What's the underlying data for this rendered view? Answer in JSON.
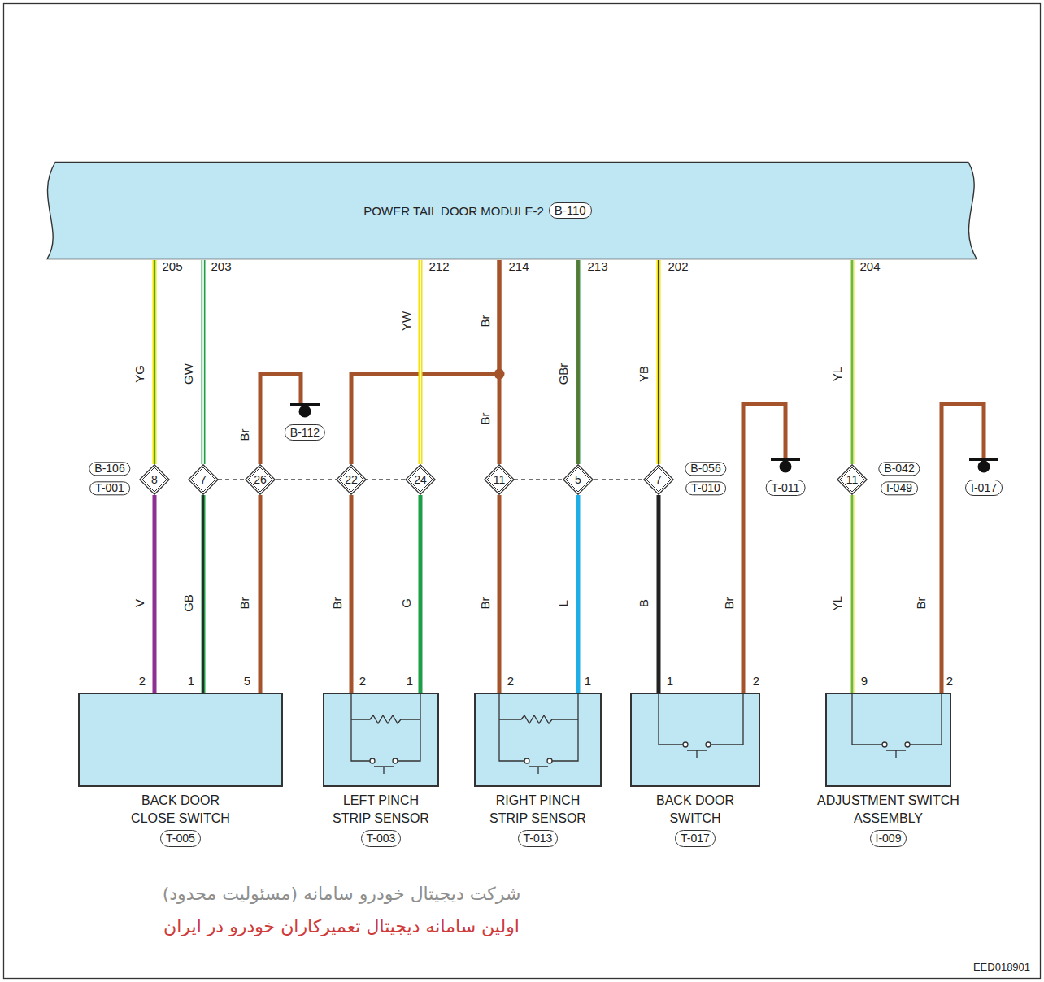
{
  "diagram": {
    "nodes": [
      {
        "text": [
          "POWER TAIL DOOR MODULE-2",
          "B-110"
        ]
      },
      {
        "text": [
          "8"
        ]
      },
      {
        "text": [
          "7"
        ]
      },
      {
        "text": [
          "26"
        ]
      },
      {
        "text": [
          "22"
        ]
      },
      {
        "text": [
          "24"
        ]
      },
      {
        "text": [
          "11"
        ]
      },
      {
        "text": [
          "5"
        ]
      },
      {
        "text": [
          "7"
        ]
      },
      {
        "text": [
          "11"
        ]
      },
      {
        "text": [
          "B-112"
        ]
      },
      {
        "text": [
          "T-011"
        ]
      },
      {
        "text": [
          "I-017"
        ]
      },
      {
        "text": [
          "BACK DOOR CLOSE SWITCH",
          "T-005"
        ]
      },
      {
        "text": [
          "LEFT PINCH STRIP SENSOR",
          "T-003"
        ]
      },
      {
        "text": [
          "RIGHT PINCH STRIP SENSOR",
          "T-013"
        ]
      },
      {
        "text": [
          "BACK DOOR SWITCH",
          "T-017"
        ]
      },
      {
        "text": [
          "ADJUSTMENT SWITCH ASSEMBLY",
          "I-009"
        ]
      }
    ],
    "edges": [
      {
        "from": 0,
        "to": 1,
        "arrow": "none"
      },
      {
        "from": 0,
        "to": 2,
        "arrow": "none"
      },
      {
        "from": 3,
        "to": 10,
        "arrow": "none"
      },
      {
        "from": 0,
        "to": 4,
        "arrow": "none"
      },
      {
        "from": 0,
        "to": 5,
        "arrow": "none"
      },
      {
        "from": 0,
        "to": 6,
        "arrow": "none"
      },
      {
        "from": 0,
        "to": 7,
        "arrow": "none"
      },
      {
        "from": 0,
        "to": 8,
        "arrow": "none"
      },
      {
        "from": 0,
        "to": 9,
        "arrow": "none"
      },
      {
        "from": 1,
        "to": 13,
        "arrow": "none"
      },
      {
        "from": 2,
        "to": 13,
        "arrow": "none"
      },
      {
        "from": 3,
        "to": 13,
        "arrow": "none"
      },
      {
        "from": 4,
        "to": 14,
        "arrow": "none"
      },
      {
        "from": 5,
        "to": 14,
        "arrow": "none"
      },
      {
        "from": 6,
        "to": 15,
        "arrow": "none"
      },
      {
        "from": 7,
        "to": 15,
        "arrow": "none"
      },
      {
        "from": 8,
        "to": 16,
        "arrow": "none"
      },
      {
        "from": 16,
        "to": 11,
        "arrow": "none"
      },
      {
        "from": 9,
        "to": 17,
        "arrow": "none"
      },
      {
        "from": 17,
        "to": 12,
        "arrow": "none"
      }
    ],
    "labels": [
      "205",
      "203",
      "212",
      "214",
      "213",
      "202",
      "204",
      "YG",
      "GW",
      "Br",
      "YW",
      "Br",
      "Br",
      "GBr",
      "YB",
      "YL",
      "B-106",
      "T-001",
      "B-056",
      "T-010",
      "B-042",
      "I-049",
      "V",
      "GB",
      "Br",
      "Br",
      "G",
      "Br",
      "L",
      "B",
      "Br",
      "YL",
      "Br",
      "2",
      "1",
      "5",
      "2",
      "1",
      "2",
      "1",
      "1",
      "2",
      "9",
      "2",
      "شرکت دیجیتال خودرو سامانه (مسئولیت محدود)",
      "اولین سامانه دیجیتال تعمیرکاران خودرو در ایران",
      "EED018901"
    ]
  }
}
